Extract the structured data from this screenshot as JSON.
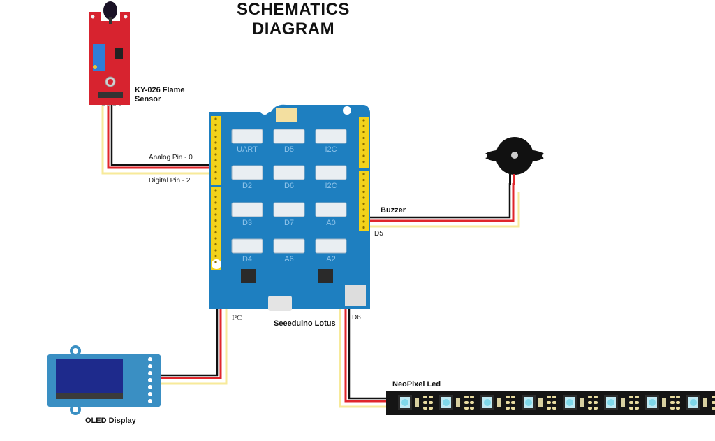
{
  "title": {
    "line1": "SCHEMATICS",
    "line2": "DIAGRAM"
  },
  "colors": {
    "board_blue": "#1e7fc0",
    "header_yellow": "#f2d21b",
    "sensor_red": "#d7232f",
    "wire_black": "#111111",
    "wire_red": "#e0262b",
    "wire_white": "#ffffff",
    "wire_yellow": "#f7ea9a",
    "strip_black": "#151515",
    "led_cyan": "#7fd8ea",
    "oled_screen": "#1e2a8c"
  },
  "components": {
    "flame_sensor": {
      "label_line1": "KY-026 Flame",
      "label_line2": "Sensor"
    },
    "board": {
      "label": "Seeeduino Lotus",
      "ports": [
        "UART",
        "D5",
        "I2C",
        "D2",
        "D6",
        "I2C",
        "D3",
        "D7",
        "A0",
        "D4",
        "A6",
        "A2"
      ]
    },
    "buzzer": {
      "label": "Buzzer"
    },
    "oled": {
      "label": "OLED Display"
    },
    "neopixel": {
      "label": "NeoPixel Led",
      "led_count": 8
    }
  },
  "connections": {
    "analog": "Analog Pin - 0",
    "digital": "Digital Pin - 2",
    "buzzer_pin": "D5",
    "i2c_pin": "I²C",
    "neopixel_pin": "D6"
  }
}
